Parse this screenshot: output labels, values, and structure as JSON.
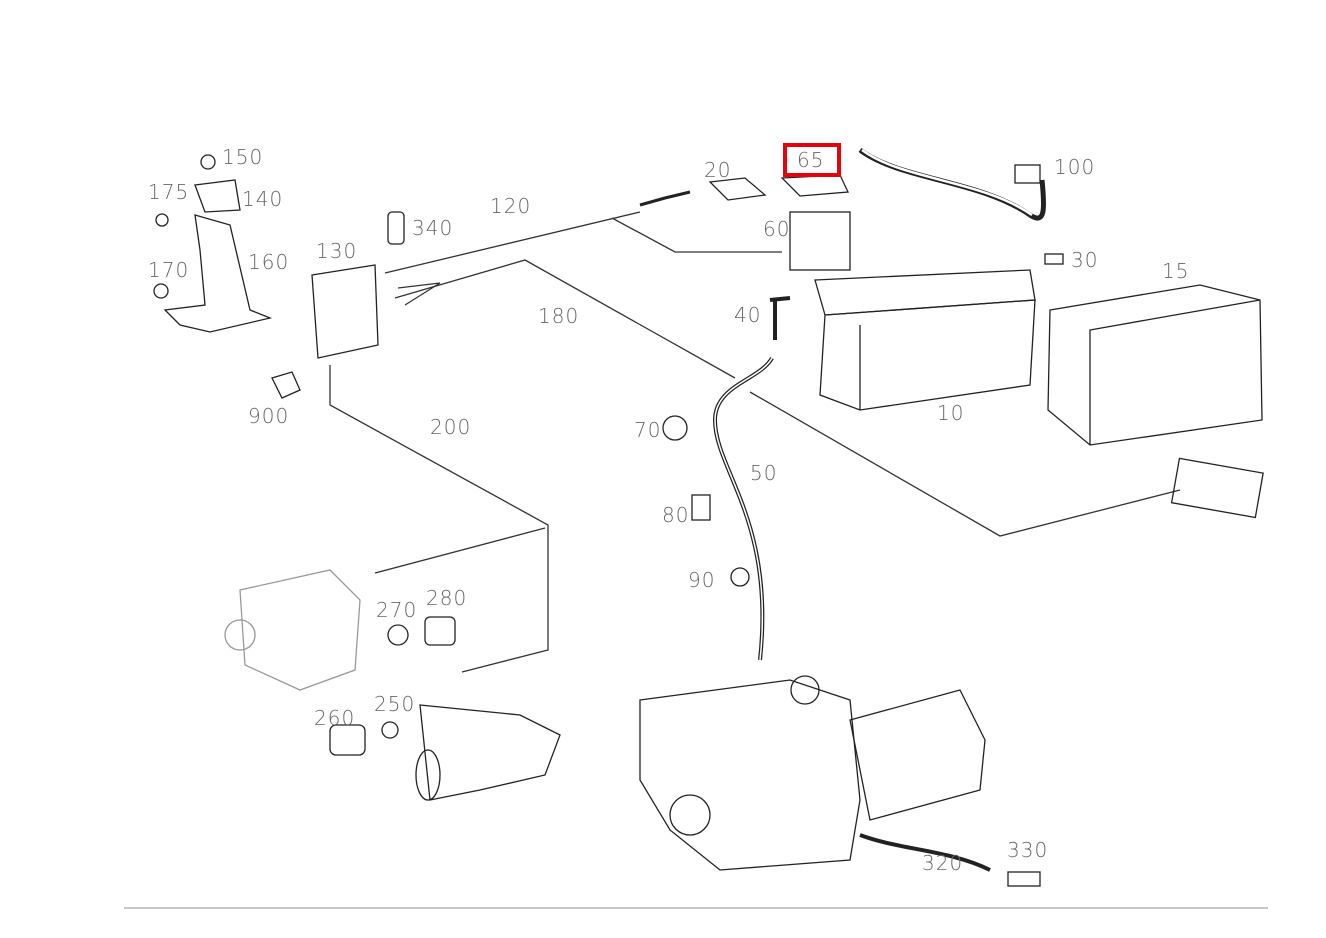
{
  "diagram": {
    "highlighted_part": "65",
    "highlight_color": "#e8000b",
    "callouts": [
      {
        "id": "150",
        "label": "150"
      },
      {
        "id": "175",
        "label": "175"
      },
      {
        "id": "140",
        "label": "140"
      },
      {
        "id": "170",
        "label": "170"
      },
      {
        "id": "160",
        "label": "160"
      },
      {
        "id": "340",
        "label": "340"
      },
      {
        "id": "120",
        "label": "120"
      },
      {
        "id": "130",
        "label": "130"
      },
      {
        "id": "20",
        "label": "20"
      },
      {
        "id": "65",
        "label": "65"
      },
      {
        "id": "100",
        "label": "100"
      },
      {
        "id": "60",
        "label": "60"
      },
      {
        "id": "30",
        "label": "30"
      },
      {
        "id": "15",
        "label": "15"
      },
      {
        "id": "40",
        "label": "40"
      },
      {
        "id": "10",
        "label": "10"
      },
      {
        "id": "180",
        "label": "180"
      },
      {
        "id": "900",
        "label": "900"
      },
      {
        "id": "200",
        "label": "200"
      },
      {
        "id": "70",
        "label": "70"
      },
      {
        "id": "50",
        "label": "50"
      },
      {
        "id": "80",
        "label": "80"
      },
      {
        "id": "90",
        "label": "90"
      },
      {
        "id": "270",
        "label": "270"
      },
      {
        "id": "280",
        "label": "280"
      },
      {
        "id": "260",
        "label": "260"
      },
      {
        "id": "250",
        "label": "250"
      },
      {
        "id": "320",
        "label": "320"
      },
      {
        "id": "330",
        "label": "330"
      }
    ]
  }
}
